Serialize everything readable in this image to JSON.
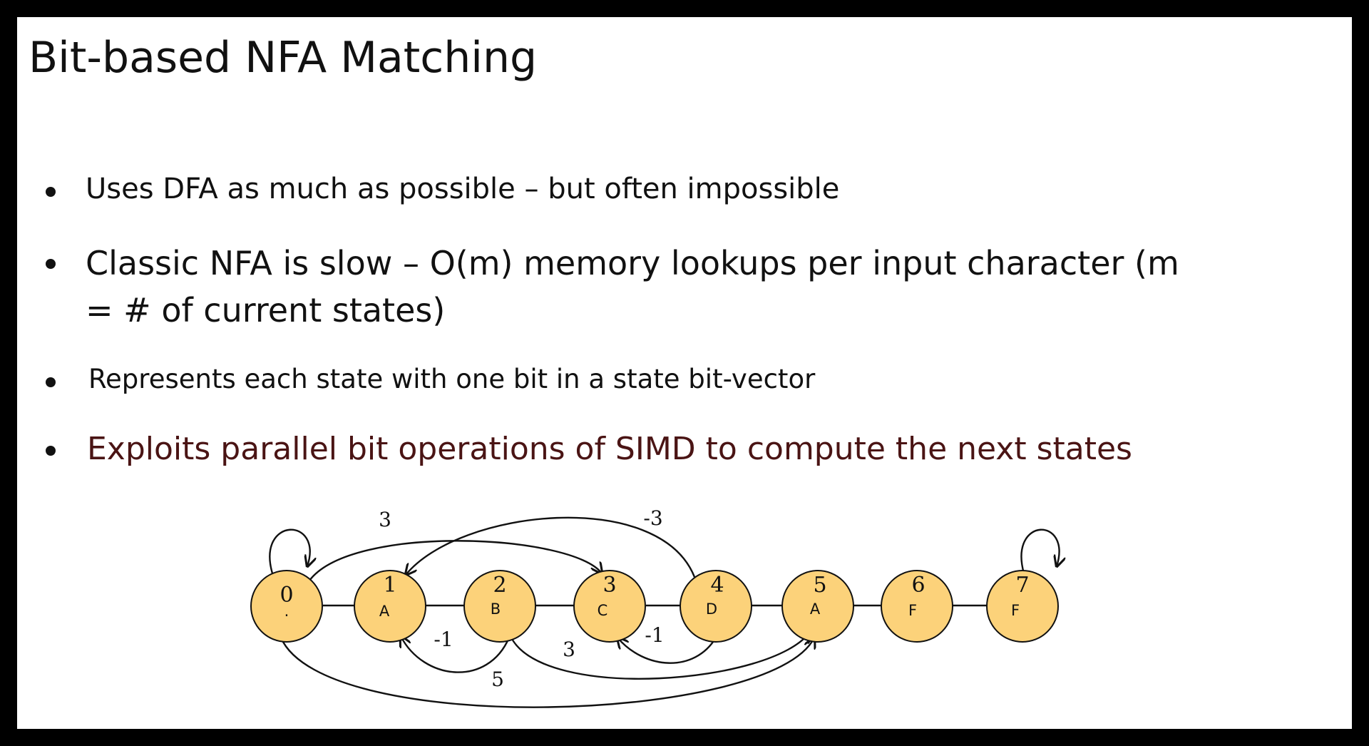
{
  "slide": {
    "title": "Bit-based NFA Matching",
    "bullets": [
      "Uses DFA as much as possible – but often impossible",
      "Classic NFA is slow – O(m) memory lookups per input character (m",
      "= # of current states)",
      "Represents each state with one bit in a state bit-vector",
      "Exploits parallel bit operations of SIMD to compute the next states"
    ],
    "bullet_highlight_color": "#4a1414"
  },
  "diagram": {
    "states": [
      {
        "id": "0",
        "label": "."
      },
      {
        "id": "1",
        "label": "A"
      },
      {
        "id": "2",
        "label": "B"
      },
      {
        "id": "3",
        "label": "C"
      },
      {
        "id": "4",
        "label": "D"
      },
      {
        "id": "5",
        "label": "A"
      },
      {
        "id": "6",
        "label": "F"
      },
      {
        "id": "7",
        "label": "F"
      }
    ],
    "edge_labels": {
      "e0_3": "3",
      "e4_1": "-3",
      "e2_1": "-1",
      "e2_5": "3",
      "e4_3": "-1",
      "e0_5": "5"
    },
    "fill_color": "#fcd27a"
  }
}
